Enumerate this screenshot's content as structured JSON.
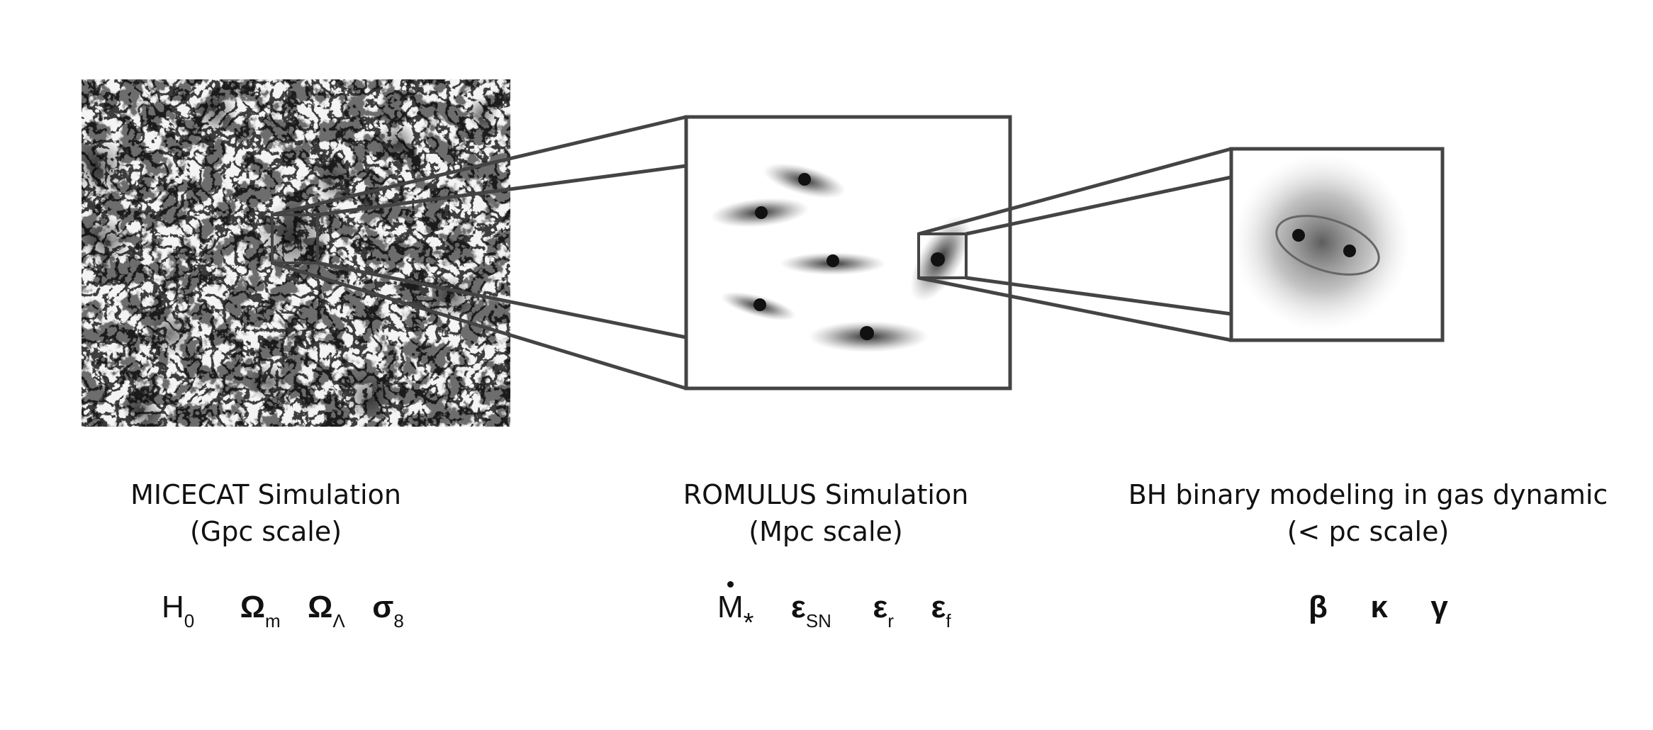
{
  "panels": [
    {
      "title_line1": "MICECAT Simulation",
      "title_line2": "(Gpc scale)",
      "params": [
        "H",
        "0",
        "Ω",
        "m",
        "Ω",
        "Λ",
        "σ",
        "8"
      ]
    },
    {
      "title_line1": "ROMULUS Simulation",
      "title_line2": "(Mpc scale)",
      "params": [
        "M",
        "*",
        "ε",
        "SN",
        "ε",
        "r",
        "ε",
        "f"
      ]
    },
    {
      "title_line1": "BH binary modeling in gas dynamic",
      "title_line2": "(< pc scale)",
      "params": [
        "β",
        "κ",
        "γ"
      ]
    }
  ],
  "colors": {
    "frame": "#444444",
    "ink": "#111111",
    "web": "#222222"
  },
  "icons": [
    "cosmic-web-image",
    "galaxy-blob",
    "black-hole-dot",
    "binary-orbit-ellipse"
  ]
}
